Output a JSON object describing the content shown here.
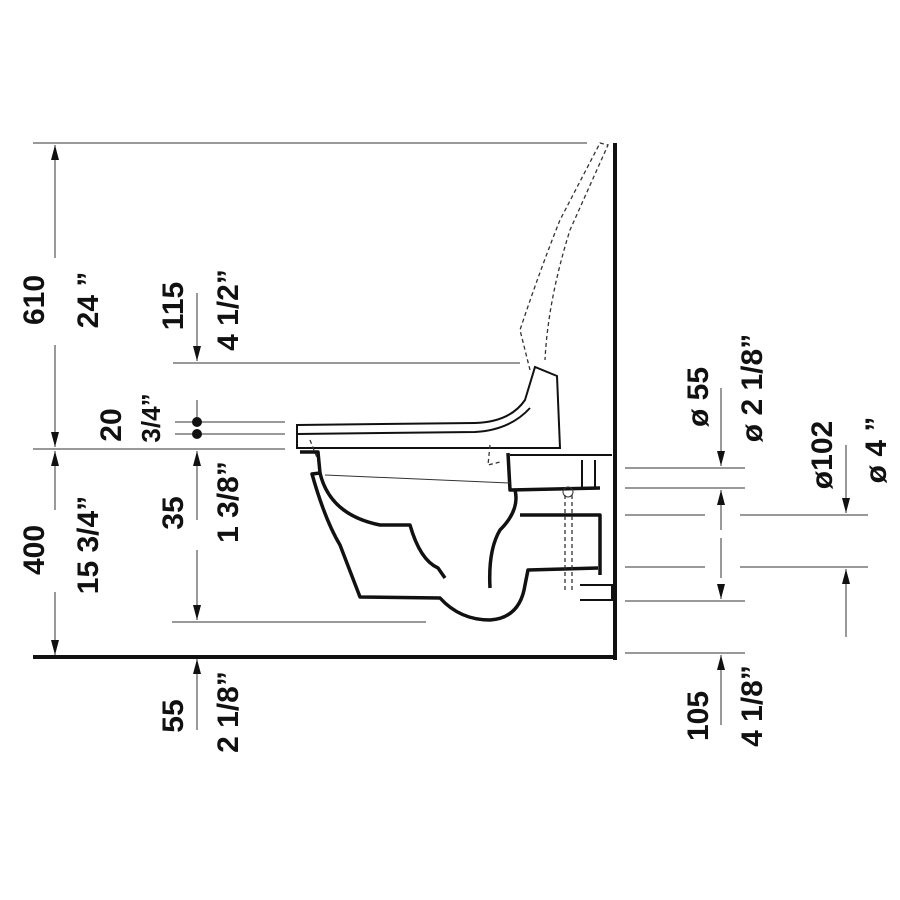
{
  "drawing": {
    "title": "Wall-mounted toilet side elevation with dimensions",
    "dimensions": {
      "total_height": {
        "mm": "610",
        "in": "24 ”"
      },
      "seat_height": {
        "mm": "400",
        "in": "15 3/4”"
      },
      "lid_offset": {
        "mm": "115",
        "in": "4 1/2”"
      },
      "seat_thickness": {
        "mm": "20",
        "in": "3/4”"
      },
      "bowl_rim_drop": {
        "mm": "35",
        "in": "1 3/8”"
      },
      "floor_offset": {
        "mm": "55",
        "in": "2 1/8”"
      },
      "inlet_diameter": {
        "mm": "ø 55",
        "in": "ø 2 1/8”"
      },
      "outlet_diameter": {
        "mm": "ø102",
        "in": "ø 4 ”"
      },
      "outlet_height": {
        "mm": "105",
        "in": "4 1/8”"
      }
    }
  }
}
